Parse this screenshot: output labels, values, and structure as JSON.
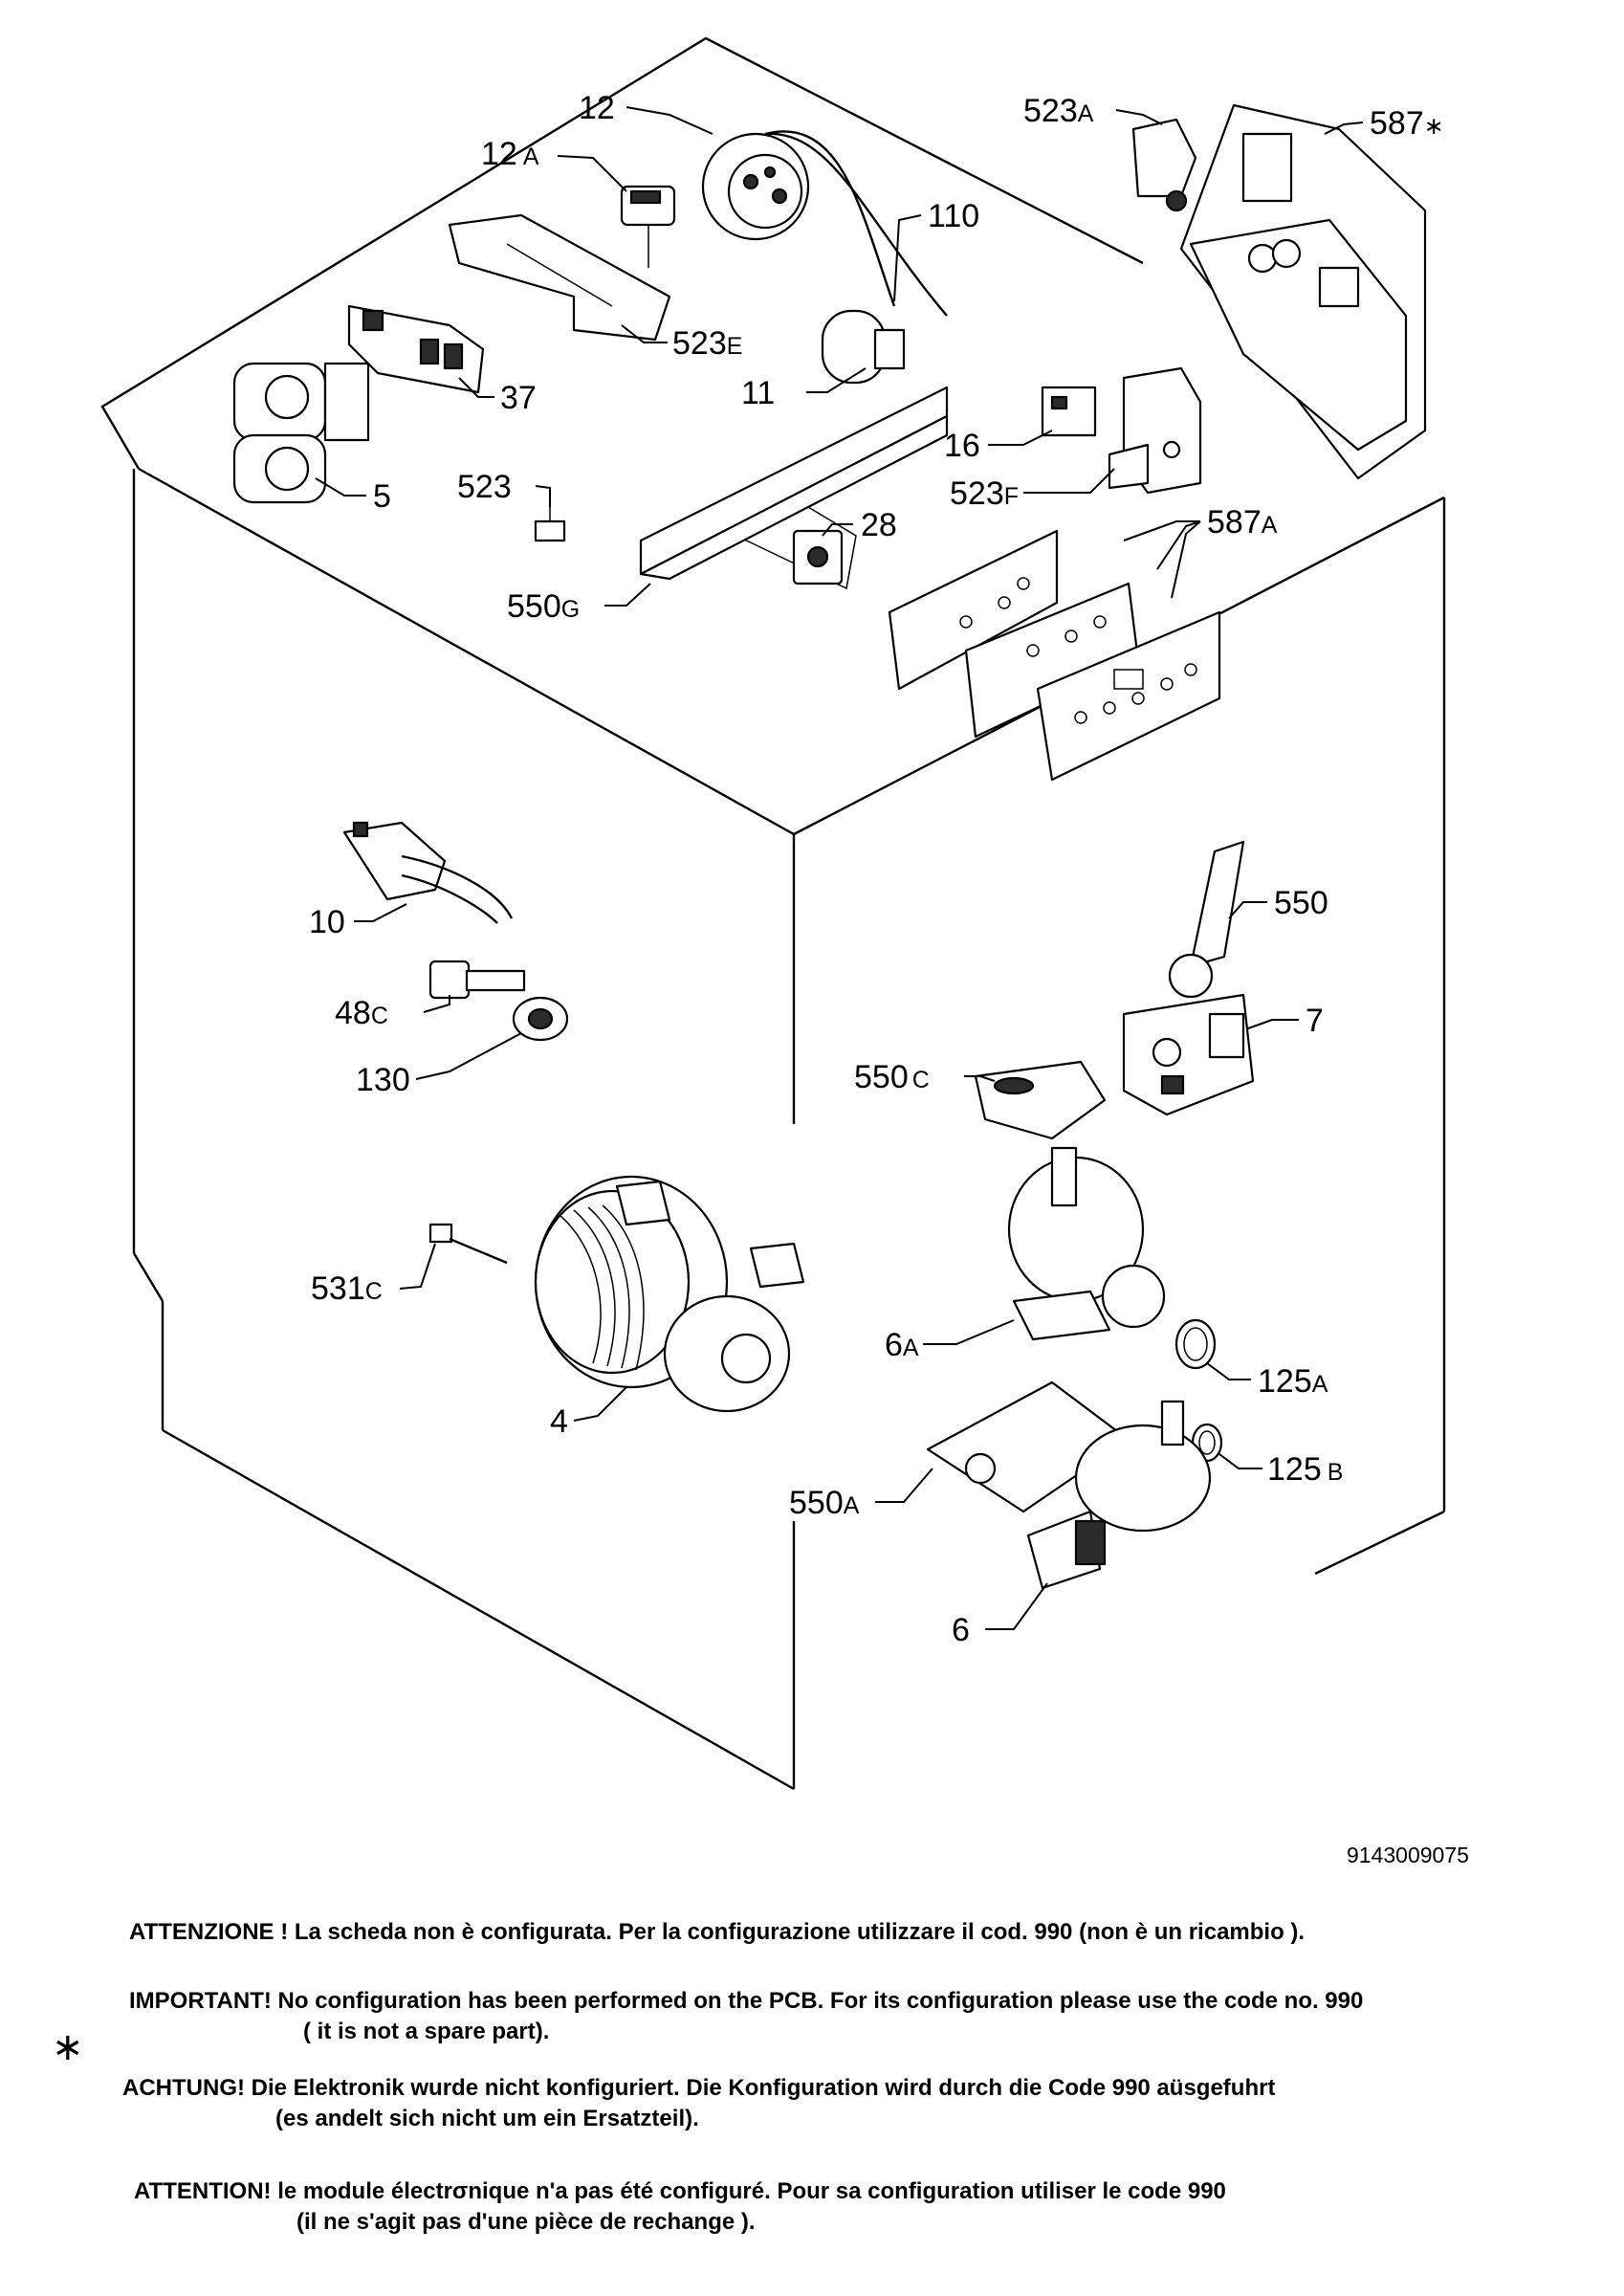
{
  "drawing_number": "9143009075",
  "parts": {
    "p12": {
      "num": "12",
      "sfx": ""
    },
    "p12a": {
      "num": "12",
      "sfx": "A"
    },
    "p110": {
      "num": "110",
      "sfx": ""
    },
    "p523e": {
      "num": "523",
      "sfx": "E"
    },
    "p37": {
      "num": "37",
      "sfx": ""
    },
    "p11": {
      "num": "11",
      "sfx": ""
    },
    "p5": {
      "num": "5",
      "sfx": ""
    },
    "p523": {
      "num": "523",
      "sfx": ""
    },
    "p28": {
      "num": "28",
      "sfx": ""
    },
    "p550g": {
      "num": "550",
      "sfx": "G"
    },
    "p523a": {
      "num": "523",
      "sfx": "A"
    },
    "p587s": {
      "num": "587",
      "sfx": "∗"
    },
    "p16": {
      "num": "16",
      "sfx": ""
    },
    "p523f": {
      "num": "523",
      "sfx": "F"
    },
    "p587a": {
      "num": "587",
      "sfx": "A"
    },
    "p10": {
      "num": "10",
      "sfx": ""
    },
    "p48c": {
      "num": "48",
      "sfx": "C"
    },
    "p130": {
      "num": "130",
      "sfx": ""
    },
    "p550": {
      "num": "550",
      "sfx": ""
    },
    "p7": {
      "num": "7",
      "sfx": ""
    },
    "p550c": {
      "num": "550",
      "sfx": "C"
    },
    "p531c": {
      "num": "531",
      "sfx": "C"
    },
    "p4": {
      "num": "4",
      "sfx": ""
    },
    "p6a": {
      "num": "6",
      "sfx": "A"
    },
    "p125a": {
      "num": "125",
      "sfx": "A"
    },
    "p125b": {
      "num": "125",
      "sfx": "B"
    },
    "p550a": {
      "num": "550",
      "sfx": "A"
    },
    "p6": {
      "num": "6",
      "sfx": ""
    }
  },
  "notes": {
    "it": "ATTENZIONE ! La scheda non è  configurata. Per la configurazione utilizzare il cod. 990 (non è un ricambio ).",
    "en_1": "IMPORTANT! No configuration has been performed on the PCB. For its configuration please use the code no. 990",
    "en_2": "( it is not a spare part).",
    "star": "∗",
    "de_1": "ACHTUNG! Die Elektronik wurde nicht konfiguriert. Die Konfiguration wird durch die Code 990 aüsgefuhrt",
    "de_2": "(es andelt sich nicht um ein Ersatzteil).",
    "fr_1": "ATTENTION! le module électrσnique n'a pas été configuré. Pour  sa configuration utiliser le code 990",
    "fr_2": "(il ne s'agit pas d'une pièce de rechange )."
  }
}
